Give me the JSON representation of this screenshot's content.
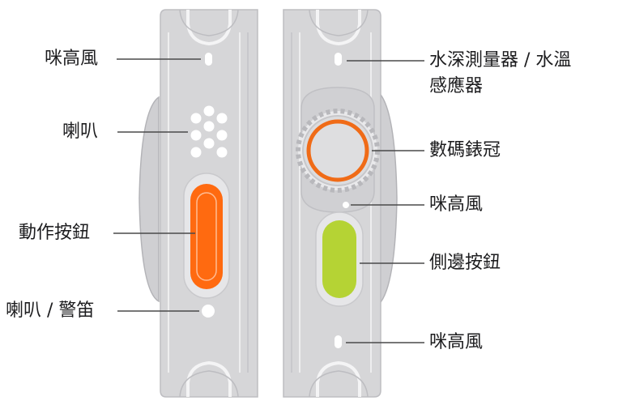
{
  "colors": {
    "case_fill": "#d6d6d8",
    "case_edge": "#bdbdc1",
    "groove": "#f1f1f2",
    "hole": "#ffffff",
    "leader_line": "#4a4a4a",
    "action_button": "#ff6a10",
    "crown_ring": "#f06b17",
    "side_button": "#b5d334",
    "text": "#1d1d1f"
  },
  "left_labels": {
    "microphone": "咪高風",
    "speaker": "喇叭",
    "action_button": "動作按鈕",
    "speaker_siren": "喇叭 / 警笛"
  },
  "right_labels": {
    "depth_gauge_line1": "水深測量器 / 水溫",
    "depth_gauge_line2": "感應器",
    "digital_crown": "數碼錶冠",
    "microphone_top": "咪高風",
    "side_button": "側邊按鈕",
    "microphone_bottom": "咪高風"
  }
}
